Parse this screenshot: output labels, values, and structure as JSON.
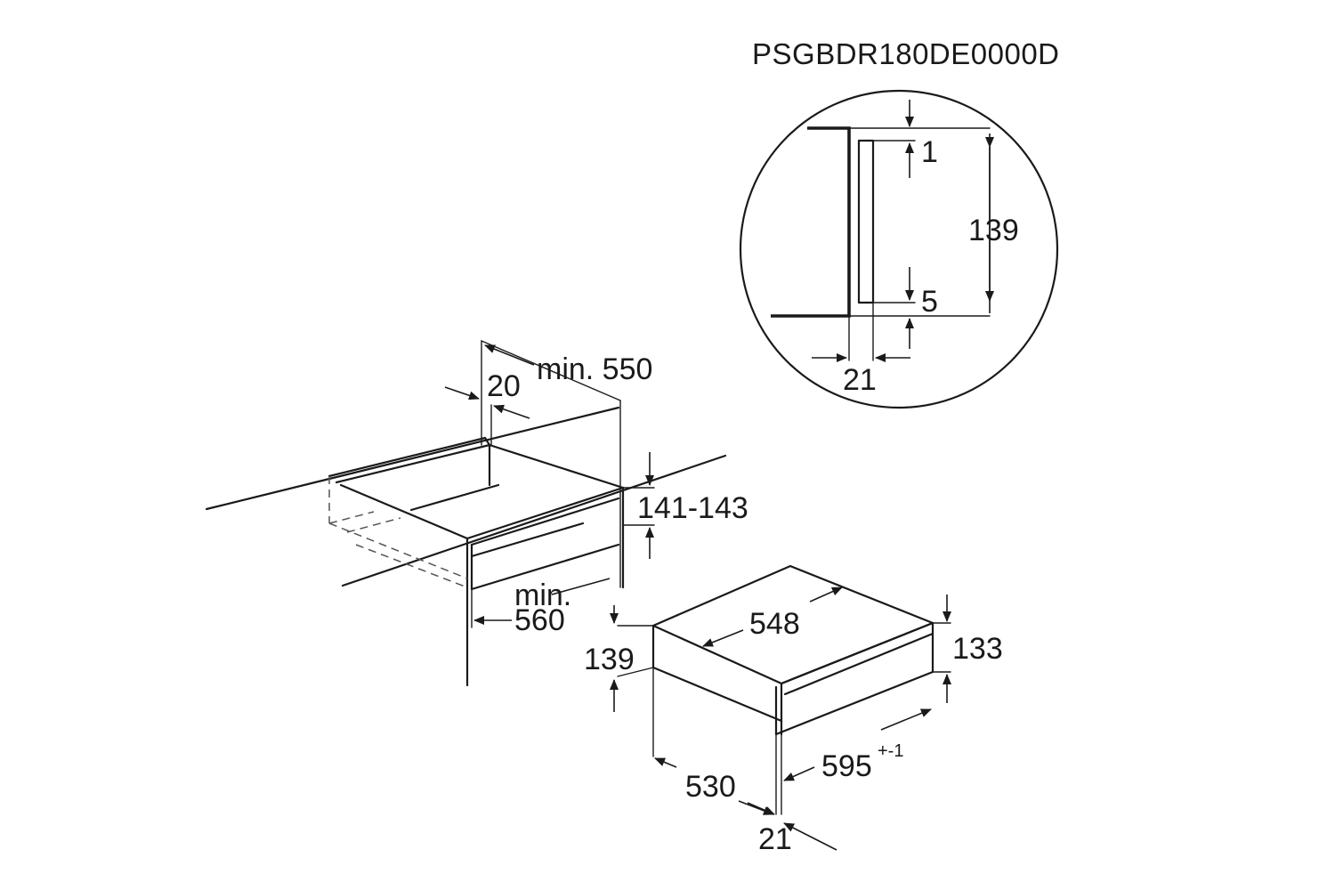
{
  "model_code": "PSGBDR180DE0000D",
  "detail_view": {
    "gap_top": "1",
    "height": "139",
    "gap_bottom": "5",
    "offset": "21"
  },
  "niche": {
    "min_depth_label": "min. 550",
    "rail_setback": "20",
    "opening_height": "141-143",
    "min_width_label_1": "min.",
    "min_width_label_2": "560"
  },
  "appliance": {
    "depth": "548",
    "body_height": "139",
    "front_height": "133",
    "body_depth": "530",
    "front_width": "595",
    "front_width_tolerance": "+-1",
    "front_thickness": "21"
  },
  "colors": {
    "line": "#1a1a1a",
    "dashed": "#555555",
    "background": "#ffffff"
  }
}
